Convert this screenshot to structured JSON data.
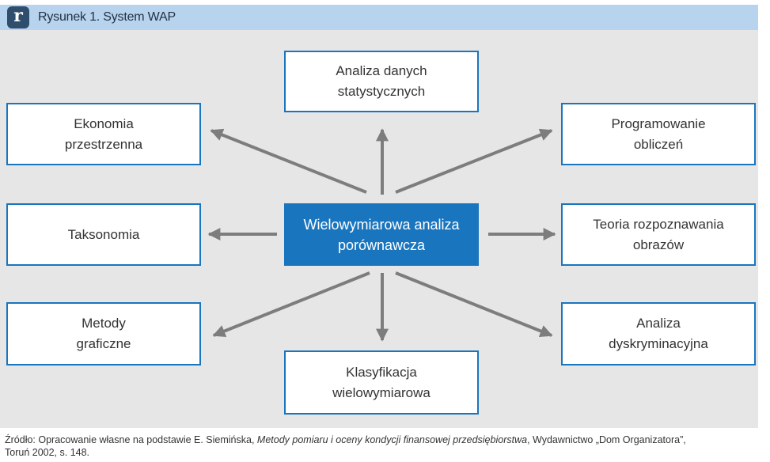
{
  "header": {
    "logo_letter": "r",
    "title": "Rysunek 1. System WAP"
  },
  "diagram": {
    "center": "Wielowymiarowa analiza\nporównawcza",
    "nodes": {
      "top": "Analiza danych\nstatystycznych",
      "top_left": "Ekonomia\nprzestrzenna",
      "top_right": "Programowanie\nobliczeń",
      "middle_left": "Taksonomia",
      "middle_right": "Teoria rozpoznawania\nobrazów",
      "bottom_left": "Metody\ngraficzne",
      "bottom_right": "Analiza\ndyskryminacyjna",
      "bottom": "Klasyfikacja\nwielowymiarowa"
    },
    "colors": {
      "box_border": "#1a75bf",
      "center_fill": "#1a75bf",
      "arrow": "#7d7d7d",
      "panel_background": "#e6e6e6",
      "header_background": "#b8d3ee"
    }
  },
  "source": {
    "prefix": "Źródło: Opracowanie własne na podstawie E. Siemińska, ",
    "title_italic": "Metody pomiaru i oceny kondycji finansowej przedsiębiorstwa",
    "suffix": ", Wydawnictwo „Dom Organizatora”,",
    "line2": "Toruń 2002, s. 148."
  }
}
